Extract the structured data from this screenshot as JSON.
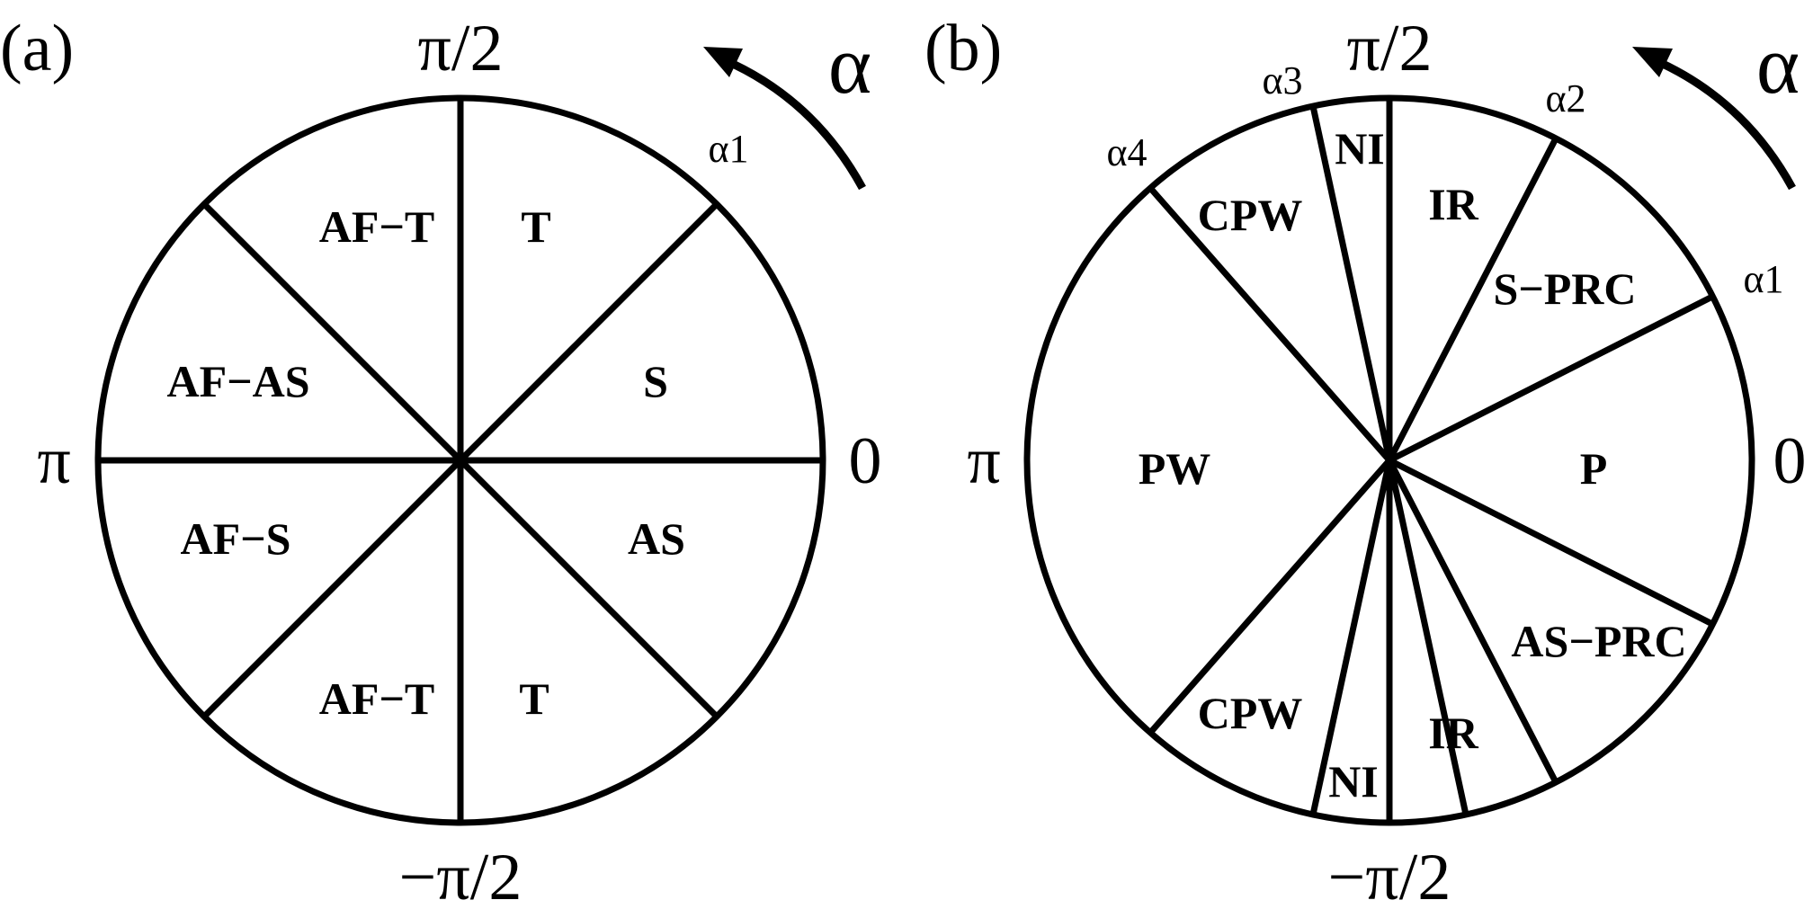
{
  "panel_a": {
    "label": "(a)",
    "axes": {
      "top": "π/2",
      "bottom": "−π/2",
      "left": "π",
      "right": "0"
    },
    "direction_symbol": "α",
    "boundary_labels": {
      "a1": "α1"
    },
    "regions": {
      "t_upper": "T",
      "s": "S",
      "as": "AS",
      "t_lower": "T",
      "af_t_upper": "AF−T",
      "af_as": "AF−AS",
      "af_s": "AF−S",
      "af_t_lower": "AF−T"
    }
  },
  "panel_b": {
    "label": "(b)",
    "axes": {
      "top": "π/2",
      "bottom": "−π/2",
      "left": "π",
      "right": "0"
    },
    "direction_symbol": "α",
    "boundary_labels": {
      "a1": "α1",
      "a2": "α2",
      "a3": "α3",
      "a4": "α4"
    },
    "regions": {
      "ir_upper": "IR",
      "s_prc": "S−PRC",
      "p": "P",
      "as_prc": "AS−PRC",
      "ir_lower": "IR",
      "ni_upper": "NI",
      "cpw_upper": "CPW",
      "pw": "PW",
      "cpw_lower": "CPW",
      "ni_lower": "NI"
    }
  }
}
